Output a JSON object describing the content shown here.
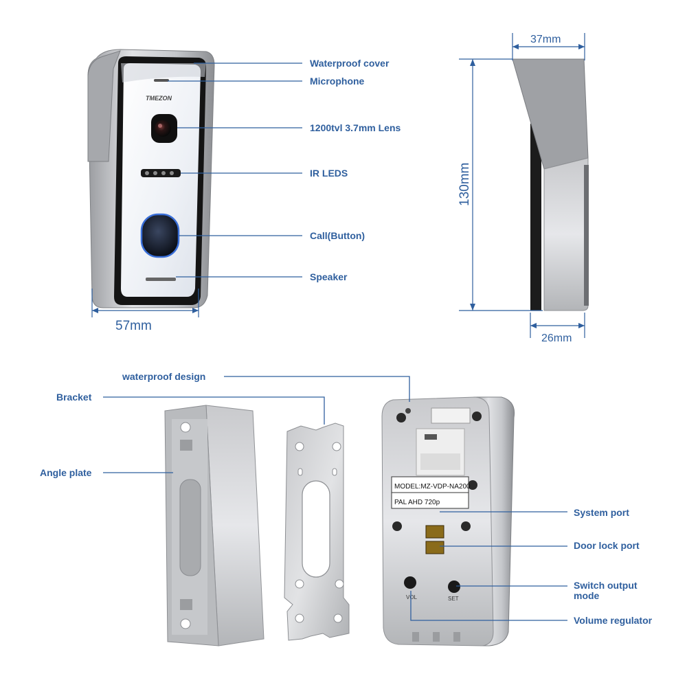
{
  "front": {
    "brand": "TMEZON",
    "labels": {
      "waterproof_cover": "Waterproof cover",
      "microphone": "Microphone",
      "lens": "1200tvl 3.7mm Lens",
      "ir_leds": "IR LEDS",
      "call_button": "Call(Button)",
      "speaker": "Speaker"
    },
    "width_dim": "57mm"
  },
  "side": {
    "depth_top_dim": "37mm",
    "height_dim": "130mm",
    "depth_bottom_dim": "26mm"
  },
  "bottom": {
    "labels": {
      "waterproof_design": "waterproof design",
      "bracket": "Bracket",
      "angle_plate": "Angle plate",
      "system_port": "System port",
      "door_lock_port": "Door lock port",
      "switch_output_mode_line1": "Switch output",
      "switch_output_mode_line2": "mode",
      "volume_regulator": "Volume regulator"
    },
    "model_label": "MODEL:MZ-VDP-NA200",
    "format_label": "PAL AHD  720p",
    "vol_label": "VOL",
    "set_label": "SET"
  },
  "colors": {
    "label_blue": "#2f5f9e",
    "metal_light": "#d4d5d8",
    "metal_dark": "#8e9094",
    "panel_white": "#f4f6fa",
    "panel_black": "#141414"
  }
}
